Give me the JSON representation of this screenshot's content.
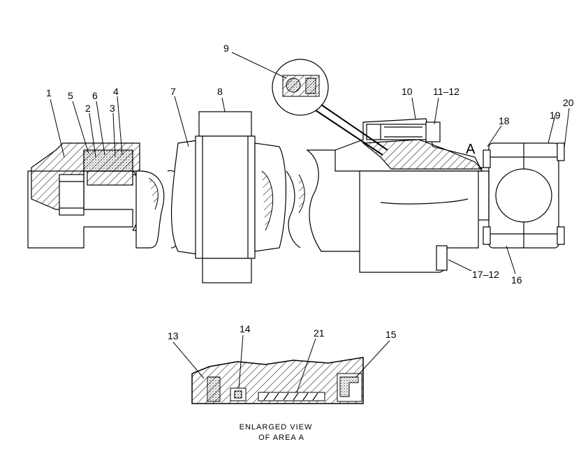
{
  "callouts": {
    "c1": "1",
    "c2": "2",
    "c3": "3",
    "c4": "4",
    "c5": "5",
    "c6": "6",
    "c7": "7",
    "c8": "8",
    "c9": "9",
    "c10": "10",
    "c11": "11–12",
    "c13": "13",
    "c14": "14",
    "c15": "15",
    "c16": "16",
    "c17": "17–12",
    "c18": "18",
    "c19": "19",
    "c20": "20",
    "c21": "21",
    "area_a": "A"
  },
  "caption": {
    "line1": "ENLARGED VIEW",
    "line2": "OF AREA A"
  }
}
